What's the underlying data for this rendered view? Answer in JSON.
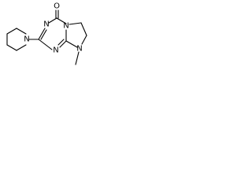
{
  "structure": {
    "atoms": {
      "n_piperidine": "N",
      "n_ring_top": "N",
      "n_ring_bottom": "N",
      "n_fused": "N",
      "n_methyl": "N",
      "o_carbonyl": "O"
    }
  }
}
